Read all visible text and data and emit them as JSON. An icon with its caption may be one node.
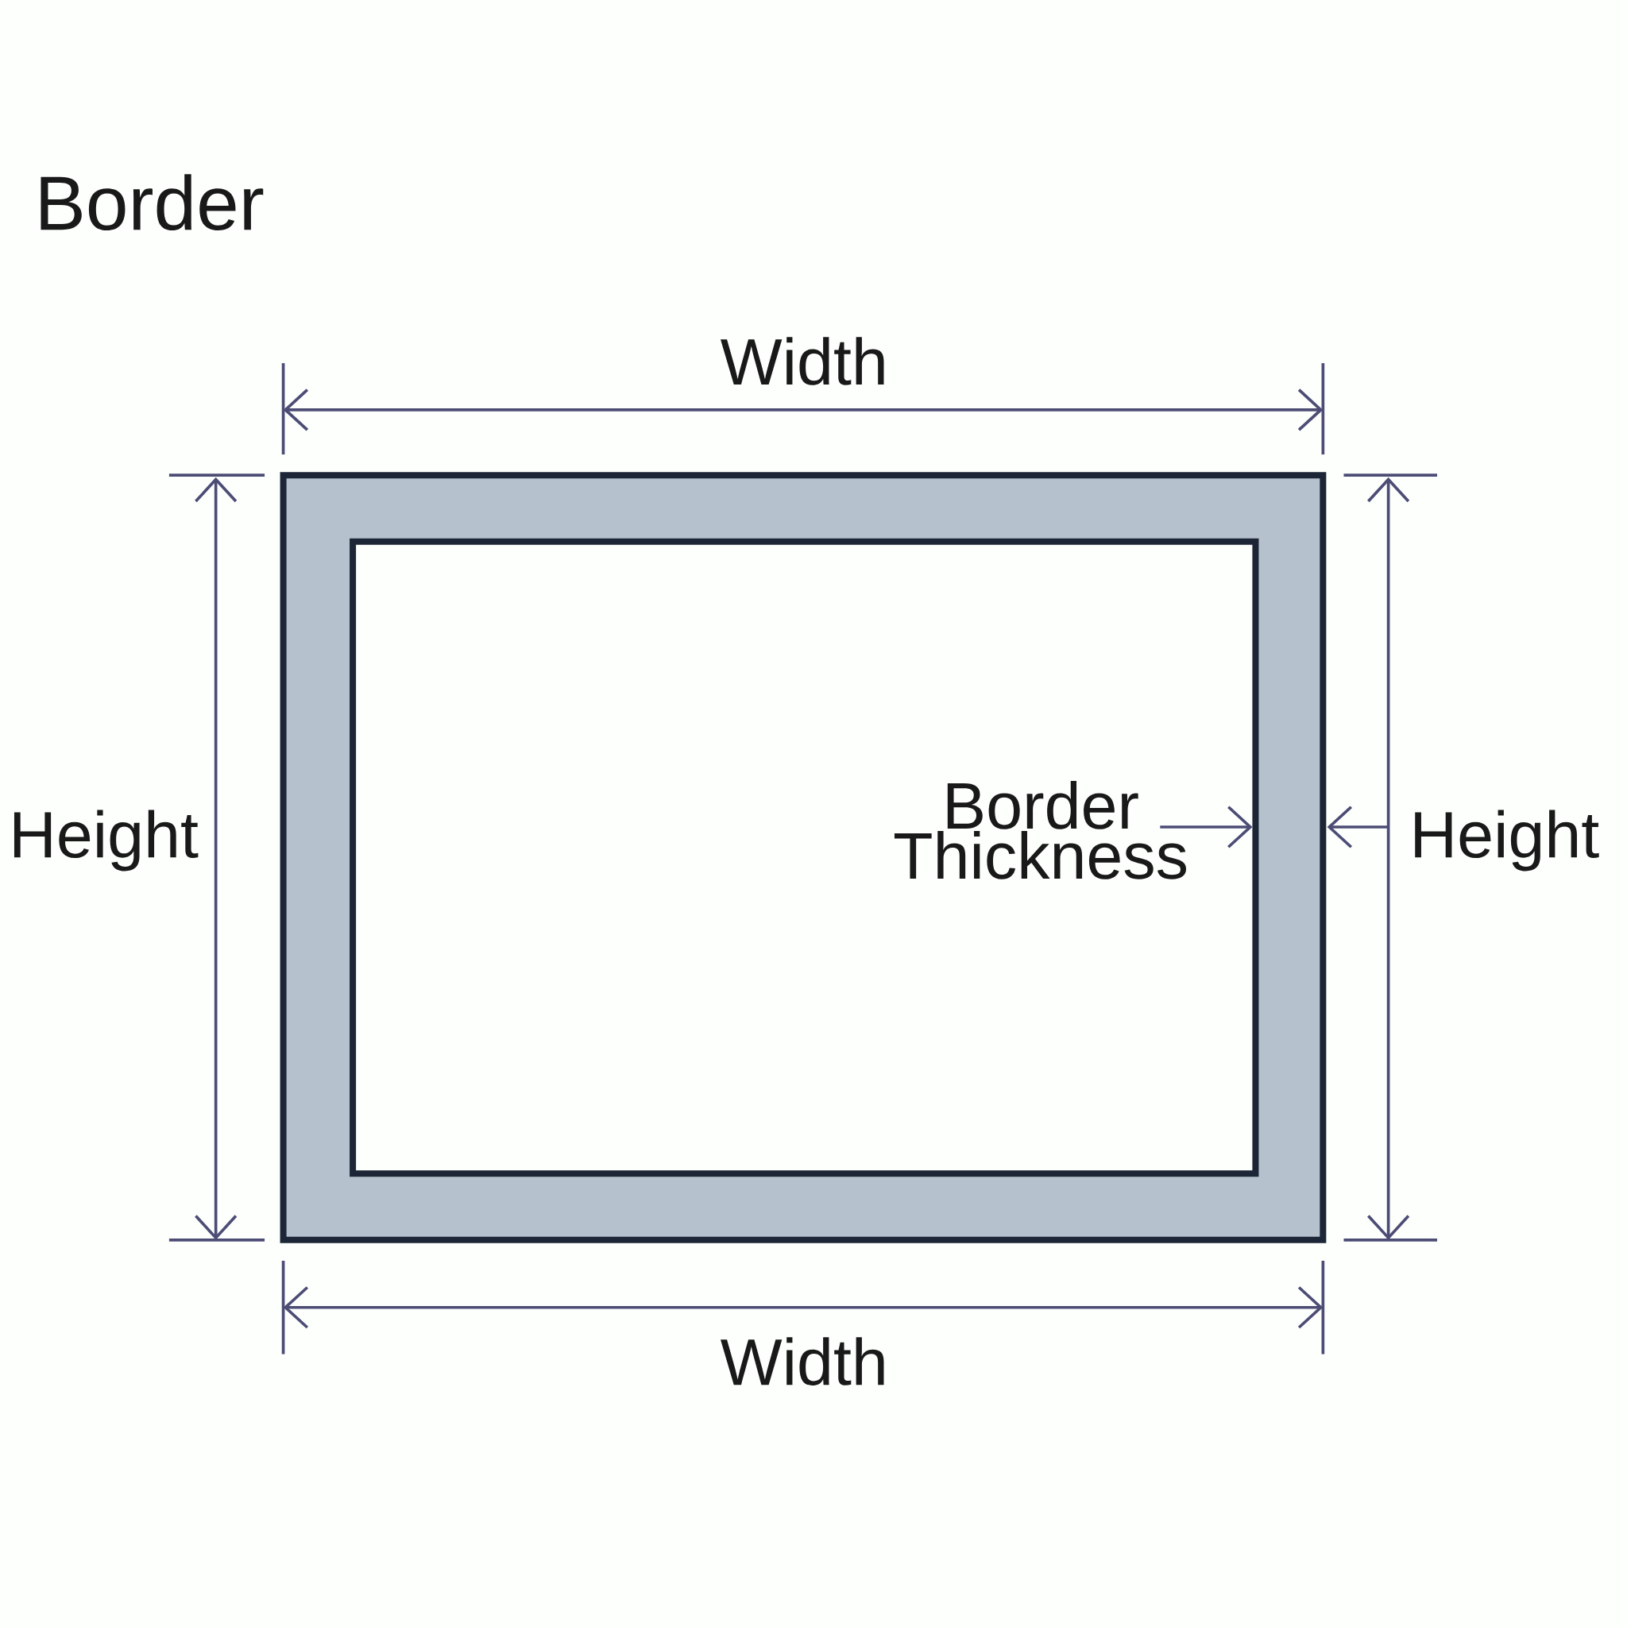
{
  "diagram": {
    "title": "Border",
    "labels": [
      "Width",
      "Height",
      "Border Thickness",
      "Height",
      "Width"
    ]
  }
}
